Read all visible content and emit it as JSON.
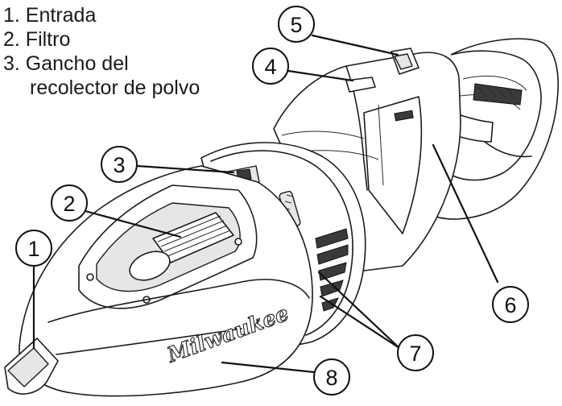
{
  "legend": {
    "items": [
      "1. Entrada",
      "2. Filtro",
      "3. Gancho del",
      "recolector de polvo"
    ]
  },
  "callouts": [
    "1",
    "2",
    "3",
    "4",
    "5",
    "6",
    "7",
    "8"
  ],
  "brand_logo_text": "Milwaukee",
  "colors": {
    "line": "#1b1b1b",
    "background": "#ffffff"
  }
}
